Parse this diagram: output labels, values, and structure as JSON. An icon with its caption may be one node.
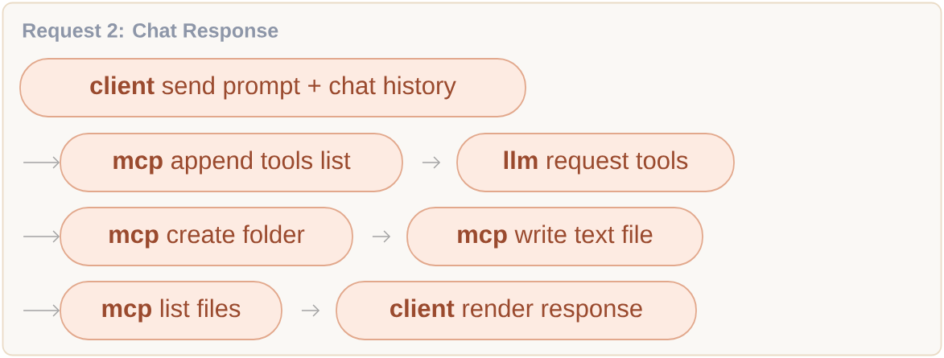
{
  "diagram": {
    "nodes": [
      {
        "text": [
          "Request 2: Chat Response"
        ]
      },
      {
        "text": [
          "**client** send prompt + chat history"
        ],
        "in": 0
      },
      {
        "text": [
          "**mcp** append tools list"
        ],
        "in": 0
      },
      {
        "text": [
          "**llm** request tools"
        ],
        "in": 0
      },
      {
        "text": [
          "**mcp** create folder"
        ],
        "in": 0
      },
      {
        "text": [
          "**mcp** write text file"
        ],
        "in": 0
      },
      {
        "text": [
          "**mcp** list files"
        ],
        "in": 0
      },
      {
        "text": [
          "**client** render response"
        ],
        "in": 0
      }
    ],
    "edges": [
      {
        "from": null,
        "to": 2,
        "arrow": "to"
      },
      {
        "from": 2,
        "to": 3,
        "arrow": "to"
      },
      {
        "from": null,
        "to": 4,
        "arrow": "to"
      },
      {
        "from": 4,
        "to": 5,
        "arrow": "to"
      },
      {
        "from": null,
        "to": 6,
        "arrow": "to"
      },
      {
        "from": 6,
        "to": 7,
        "arrow": "to"
      }
    ]
  }
}
